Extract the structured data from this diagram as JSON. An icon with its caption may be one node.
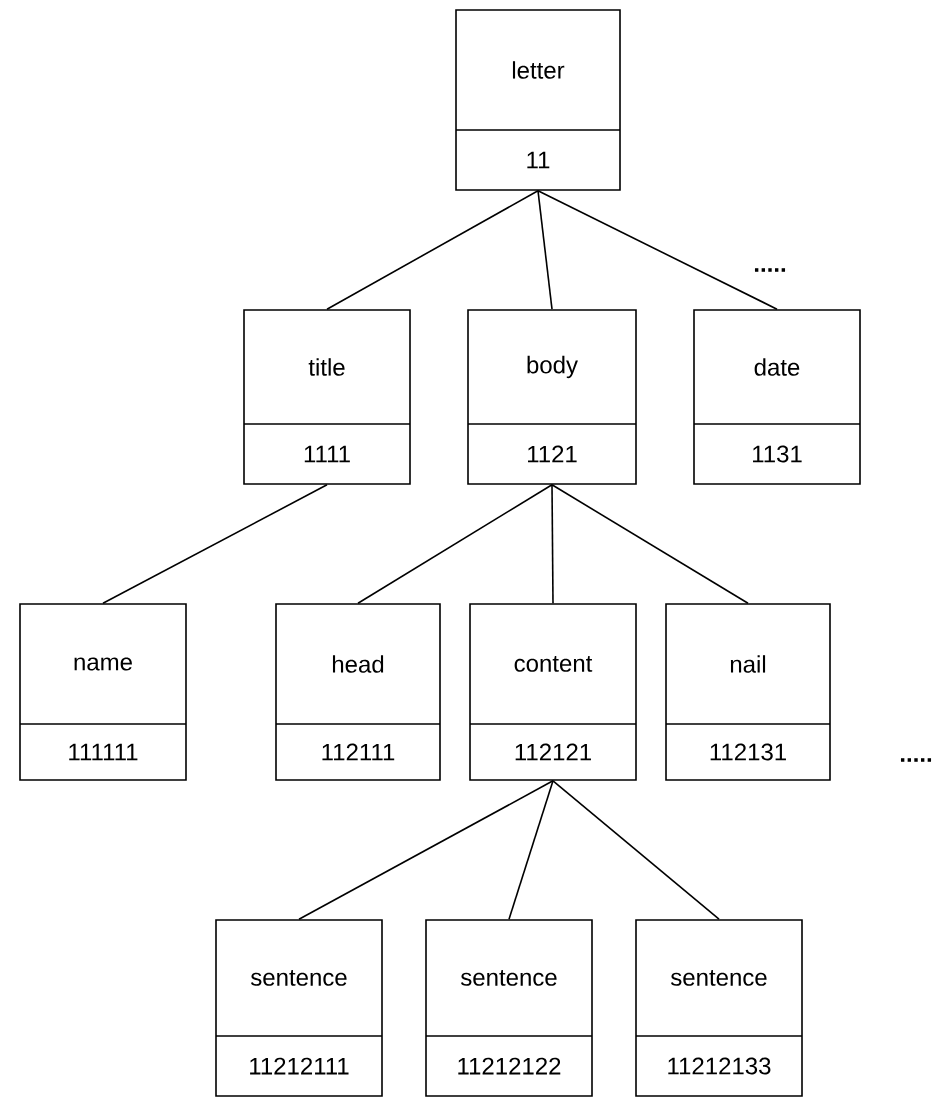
{
  "diagram": {
    "nodes": [
      {
        "text": [
          "letter",
          "11"
        ]
      },
      {
        "text": [
          "title",
          "1111"
        ]
      },
      {
        "text": [
          "body",
          "1121"
        ]
      },
      {
        "text": [
          "date",
          "1131"
        ]
      },
      {
        "text": [
          "name",
          "111111"
        ]
      },
      {
        "text": [
          "head",
          "112111"
        ]
      },
      {
        "text": [
          "content",
          "112121"
        ]
      },
      {
        "text": [
          "nail",
          "112131"
        ]
      },
      {
        "text": [
          "sentence",
          "11212111"
        ]
      },
      {
        "text": [
          "sentence",
          "11212122"
        ]
      },
      {
        "text": [
          "sentence",
          "11212133"
        ]
      }
    ],
    "edges": [
      {
        "from": 0,
        "to": 1,
        "arrow": "none"
      },
      {
        "from": 0,
        "to": 2,
        "arrow": "none"
      },
      {
        "from": 0,
        "to": 3,
        "arrow": "none"
      },
      {
        "from": 1,
        "to": 4,
        "arrow": "none"
      },
      {
        "from": 2,
        "to": 5,
        "arrow": "none"
      },
      {
        "from": 2,
        "to": 6,
        "arrow": "none"
      },
      {
        "from": 2,
        "to": 7,
        "arrow": "none"
      },
      {
        "from": 6,
        "to": 8,
        "arrow": "none"
      },
      {
        "from": 6,
        "to": 9,
        "arrow": "none"
      },
      {
        "from": 6,
        "to": 10,
        "arrow": "none"
      }
    ],
    "labels": [
      ".....",
      "....."
    ]
  }
}
